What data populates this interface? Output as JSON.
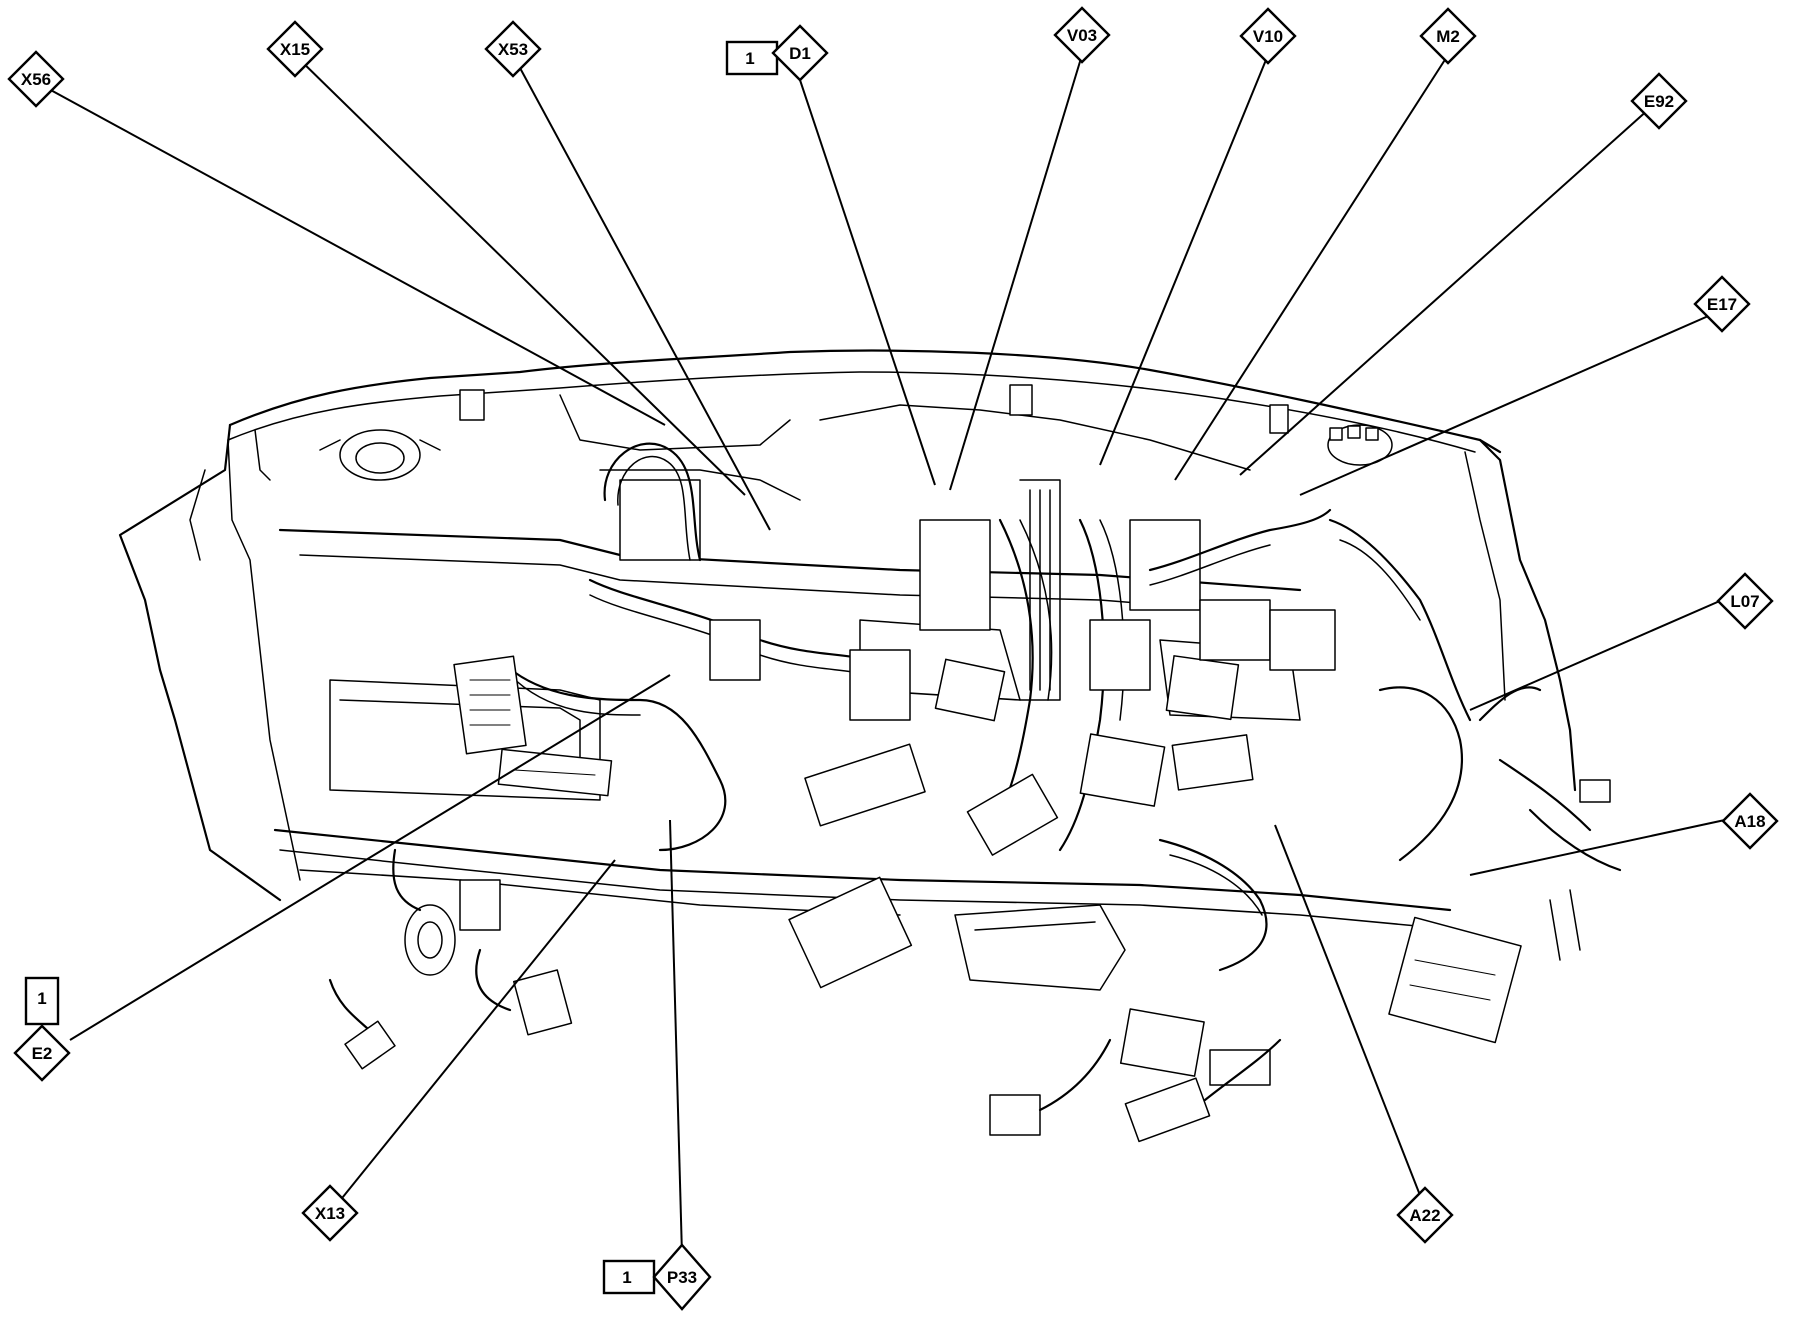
{
  "callouts": [
    {
      "id": "X56",
      "box": ""
    },
    {
      "id": "X15",
      "box": ""
    },
    {
      "id": "X53",
      "box": ""
    },
    {
      "id": "D1",
      "box": "1"
    },
    {
      "id": "V03",
      "box": ""
    },
    {
      "id": "V10",
      "box": ""
    },
    {
      "id": "M2",
      "box": ""
    },
    {
      "id": "E92",
      "box": ""
    },
    {
      "id": "E17",
      "box": ""
    },
    {
      "id": "L07",
      "box": ""
    },
    {
      "id": "A18",
      "box": ""
    },
    {
      "id": "E2",
      "box": "1"
    },
    {
      "id": "X13",
      "box": ""
    },
    {
      "id": "P33",
      "box": "1"
    },
    {
      "id": "A22",
      "box": ""
    }
  ]
}
